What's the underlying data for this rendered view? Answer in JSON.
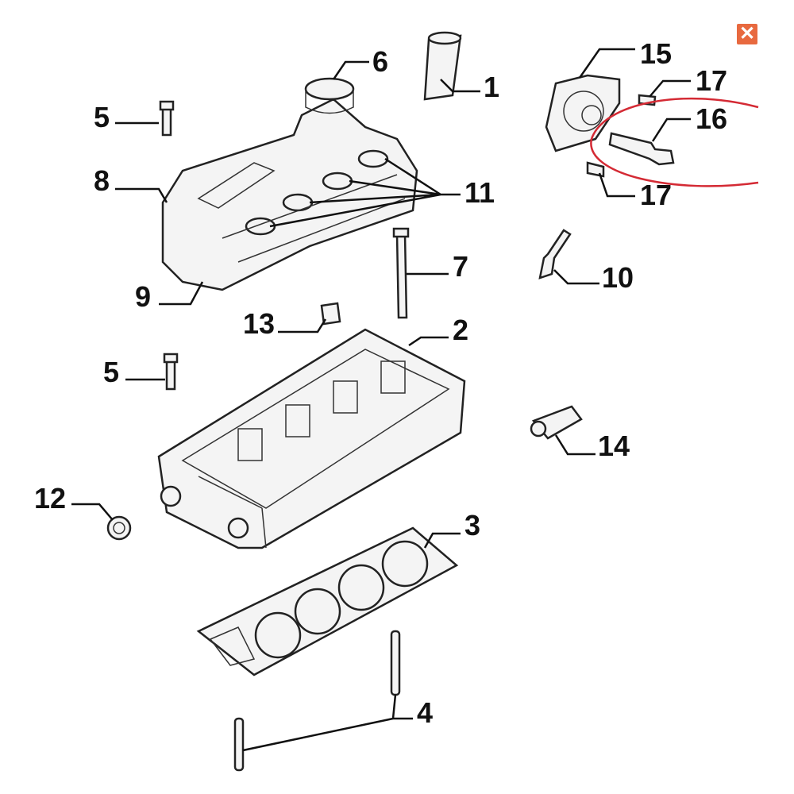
{
  "diagram": {
    "labels": {
      "l1": "1",
      "l2": "2",
      "l3": "3",
      "l4": "4",
      "l5a": "5",
      "l5b": "5",
      "l6": "6",
      "l7": "7",
      "l8": "8",
      "l9": "9",
      "l10": "10",
      "l11": "11",
      "l12": "12",
      "l13": "13",
      "l14": "14",
      "l15": "15",
      "l16": "16",
      "l17a": "17",
      "l17b": "17"
    },
    "highlight_color": "#d42a34"
  },
  "close_button": {
    "icon": "close-icon",
    "glyph": "✕",
    "color": "#e8693f"
  }
}
